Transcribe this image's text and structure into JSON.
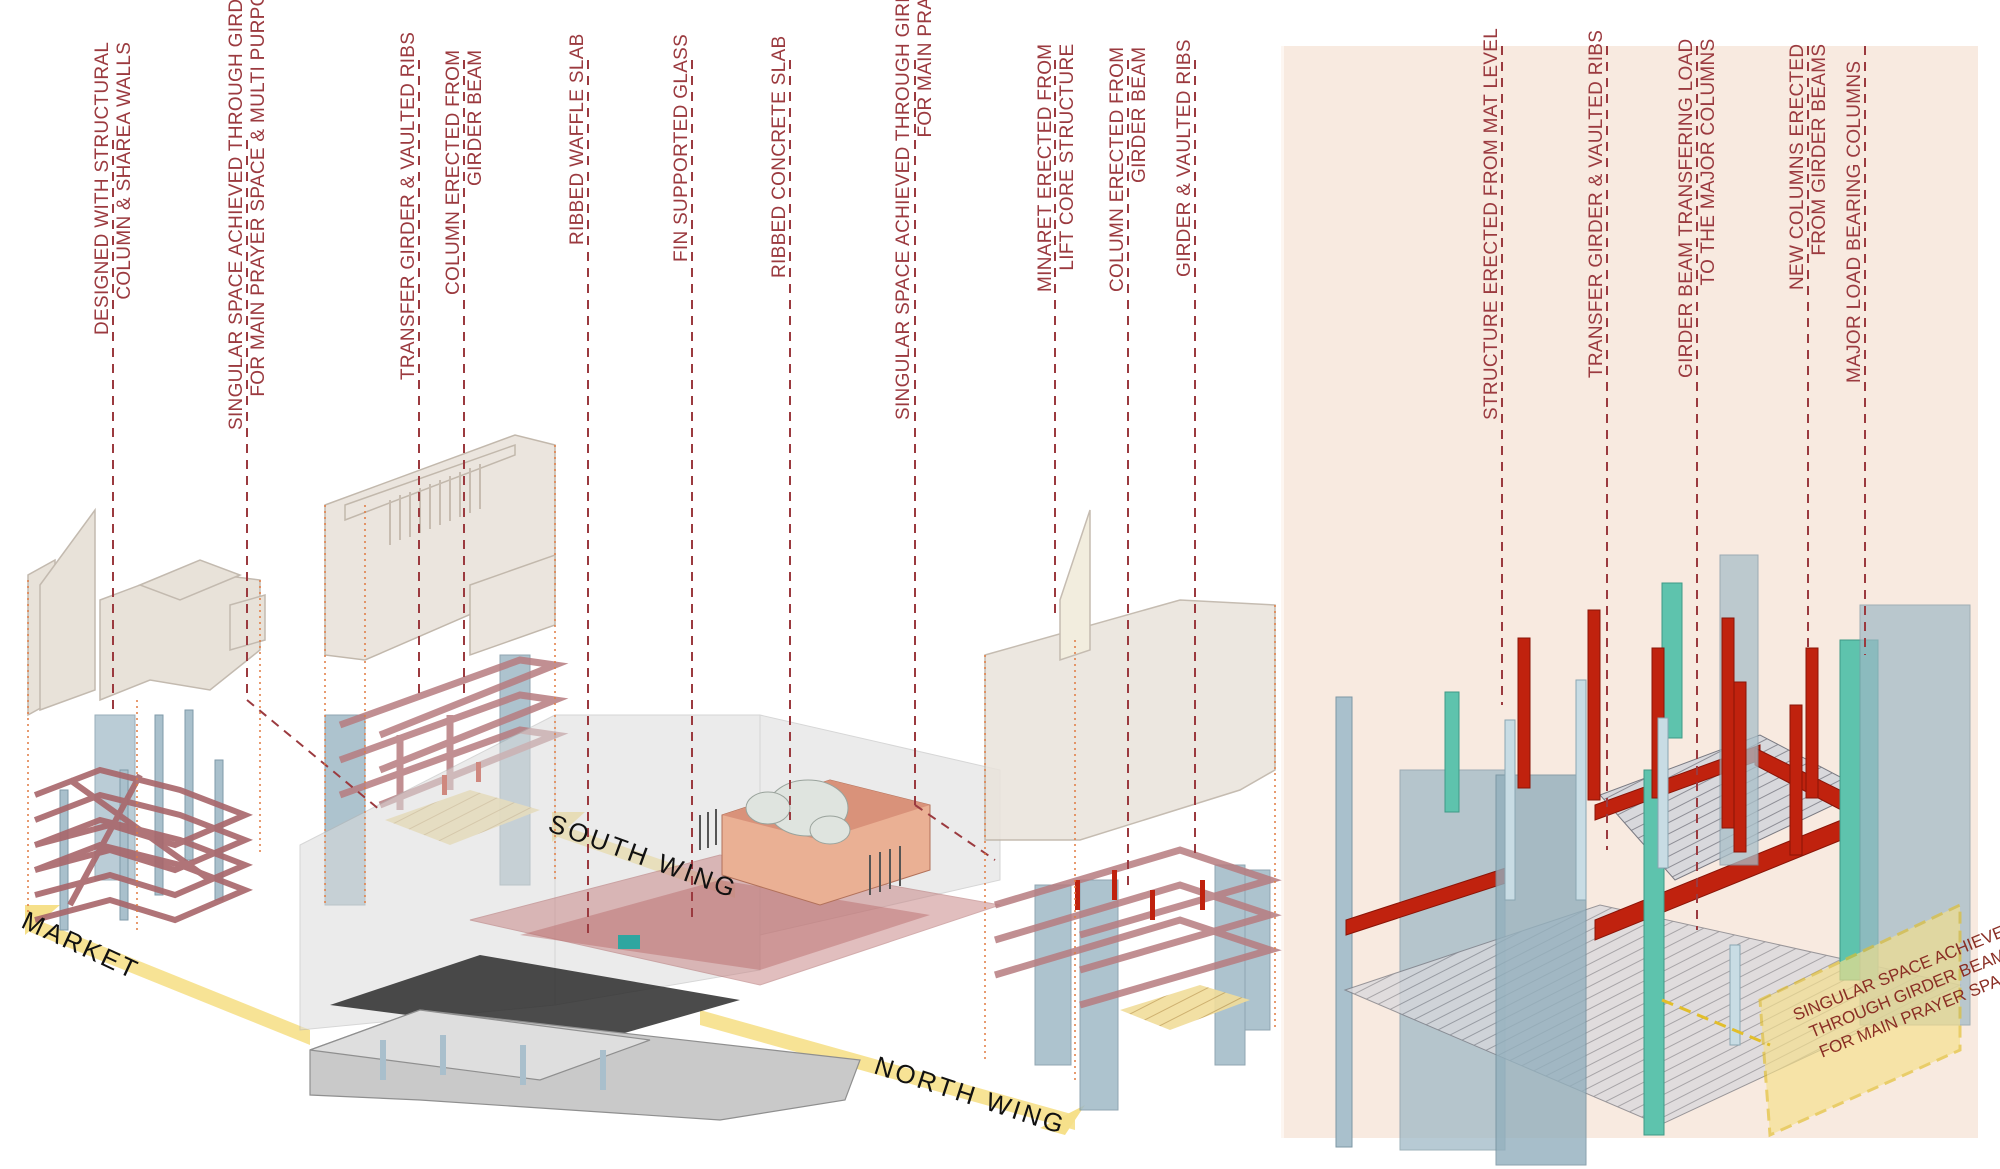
{
  "diagram": {
    "type": "exploded axonometric structural diagram",
    "colors": {
      "label_text": "#9b3a3f",
      "panel_background": "#f8eae0",
      "girder_red": "#c0220e",
      "column_teal": "#5ec3ad",
      "glass_blue": "#9fb9c6",
      "wall_beige": "#e4ddd3",
      "frame_mauve": "#a8666a",
      "circulation_yellow": "#f6e08a",
      "mosque_terracotta": "#e9a98a"
    }
  },
  "left_labels": [
    {
      "line1": "DESIGNED WITH STRUCTURAL",
      "line2": "COLUMN & SHAREA WALLS"
    },
    {
      "line1": "SINGULAR SPACE ACHIEVED THROUGH GIRDER BEAMS",
      "line2": "FOR MAIN PRAYER SPACE & MULTI PURPOSE HALLS"
    },
    {
      "line1": "TRANSFER GIRDER & VAULTED RIBS",
      "line2": ""
    },
    {
      "line1": "COLUMN ERECTED FROM",
      "line2": "GIRDER BEAM"
    },
    {
      "line1": "RIBBED WAFFLE SLAB",
      "line2": ""
    },
    {
      "line1": "FIN SUPPORTED GLASS",
      "line2": ""
    },
    {
      "line1": "RIBBED CONCRETE SLAB",
      "line2": ""
    },
    {
      "line1": "SINGULAR SPACE ACHIEVED THROUGH GIRDER BEAMS",
      "line2": "FOR MAIN PRAYER SPACE"
    },
    {
      "line1": "MINARET ERECTED FROM",
      "line2": "LIFT CORE STRUCTURE"
    },
    {
      "line1": "COLUMN ERECTED FROM",
      "line2": "GIRDER BEAM"
    },
    {
      "line1": "GIRDER & VAULTED RIBS",
      "line2": ""
    }
  ],
  "right_labels": [
    {
      "line1": "STRUCTURE ERECTED FROM MAT LEVEL",
      "line2": ""
    },
    {
      "line1": "TRANSFER GIRDER & VAULTED RIBS",
      "line2": ""
    },
    {
      "line1": "GIRDER BEAM TRANSFERING LOAD",
      "line2": "TO THE MAJOR COLUMNS"
    },
    {
      "line1": "NEW COLUMNS ERECTED",
      "line2": "FROM GIRDER BEAMS"
    },
    {
      "line1": "MAJOR LOAD BEARING COLUMNS",
      "line2": ""
    }
  ],
  "wings": {
    "market": "MARKET",
    "south": "SOUTH WING",
    "north": "NORTH WING"
  },
  "callout": {
    "line1": "SINGULAR SPACE ACHIEVED",
    "line2": "THROUGH GIRDER BEAMS",
    "line3": "FOR MAIN PRAYER SPACE"
  }
}
